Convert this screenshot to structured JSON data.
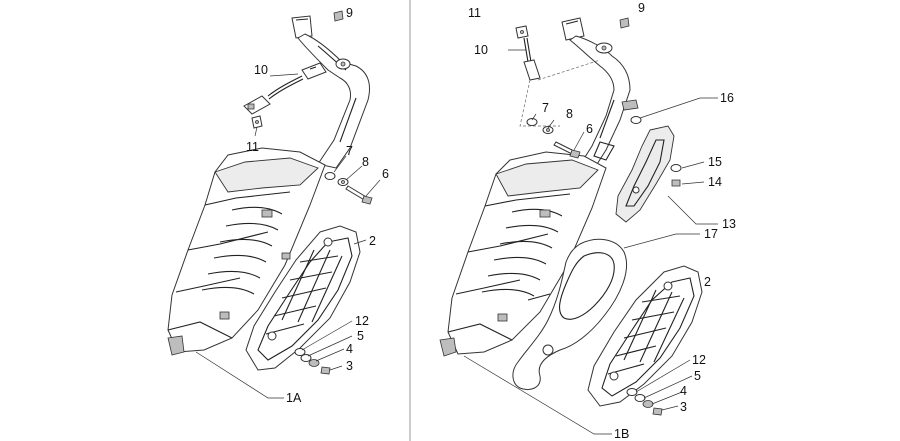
{
  "diagram": {
    "divider": true,
    "left_panel": {
      "labels": {
        "n9": "9",
        "n10": "10",
        "n11": "11",
        "n7": "7",
        "n8": "8",
        "n6": "6",
        "n2": "2",
        "n12": "12",
        "n5": "5",
        "n4": "4",
        "n3": "3",
        "n1a": "1A"
      }
    },
    "right_panel": {
      "labels": {
        "n11": "11",
        "n9": "9",
        "n10": "10",
        "n7": "7",
        "n8": "8",
        "n6": "6",
        "n16": "16",
        "n15": "15",
        "n14": "14",
        "n13": "13",
        "n17": "17",
        "n2": "2",
        "n12": "12",
        "n5": "5",
        "n4": "4",
        "n3": "3",
        "n1b": "1B"
      }
    }
  }
}
